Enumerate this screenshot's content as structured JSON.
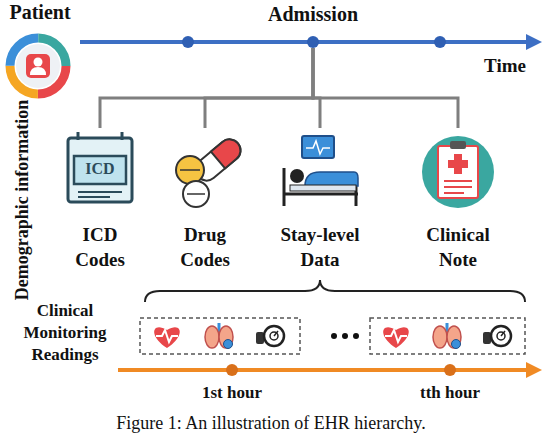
{
  "diagram": {
    "caption": "Figure 1: An illustration of EHR hierarchy.",
    "nodes": [
      {
        "text": [
          "Patient"
        ]
      },
      {
        "text": [
          "Admission"
        ]
      },
      {
        "text": [
          "ICD",
          "ICD Codes"
        ]
      },
      {
        "text": [
          "Drug Codes"
        ]
      },
      {
        "text": [
          "Stay-level Data"
        ]
      },
      {
        "text": [
          "Clinical Note"
        ]
      }
    ],
    "edges": [
      {
        "from": 1,
        "to": 2,
        "arrow": "none"
      },
      {
        "from": 1,
        "to": 3,
        "arrow": "none"
      },
      {
        "from": 1,
        "to": 4,
        "arrow": "none"
      },
      {
        "from": 1,
        "to": 5,
        "arrow": "none"
      }
    ],
    "labels": [
      "Time",
      "Demographic information",
      "Clinical Monitoring Readings",
      "1st hour",
      "tth hour"
    ]
  }
}
